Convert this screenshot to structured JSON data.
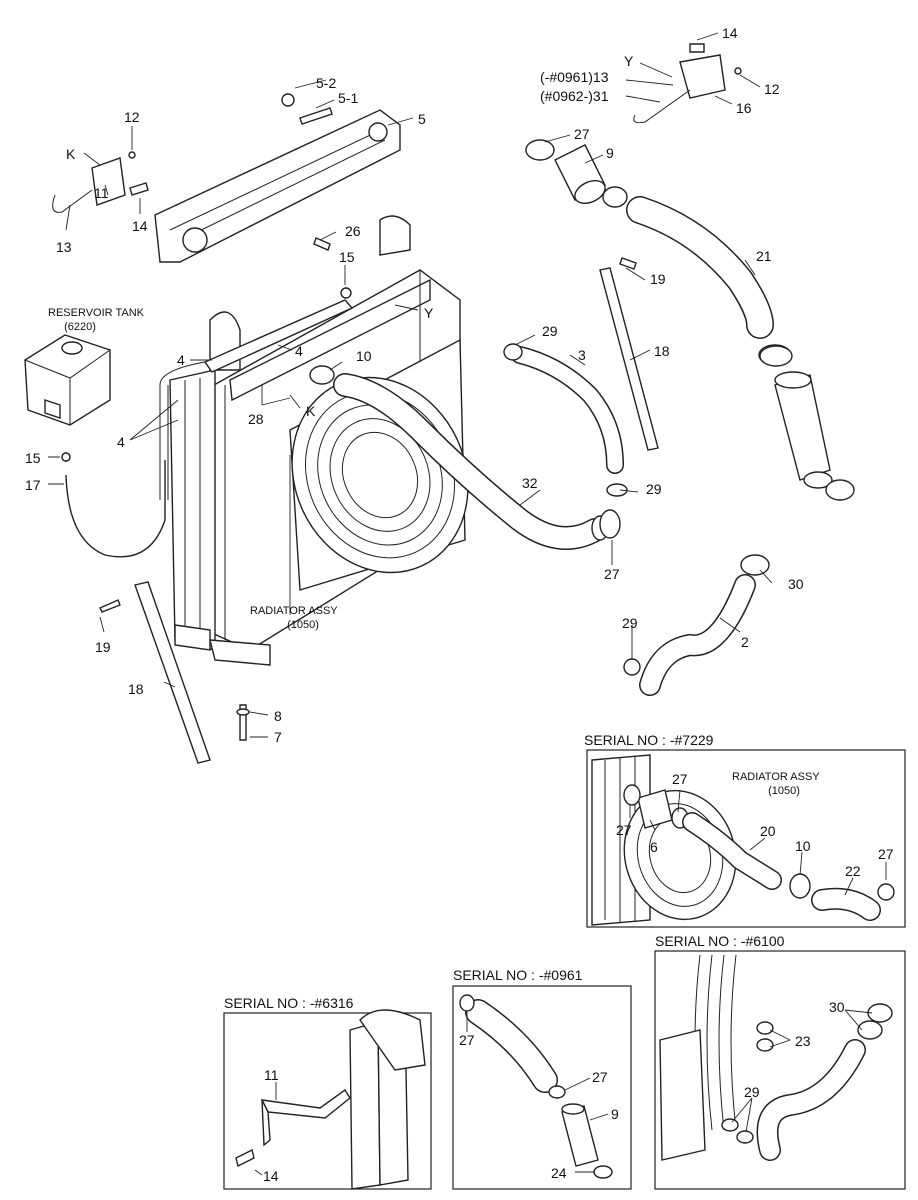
{
  "callouts": {
    "c14a": "14",
    "cY1": "Y",
    "c13a": "(-#0961)13",
    "c31": "(#0962-)31",
    "c12a": "12",
    "c16": "16",
    "c5_2": "5-2",
    "c5_1": "5-1",
    "c5": "5",
    "c12b": "12",
    "cK1": "K",
    "c11": "11",
    "c14b": "14",
    "c13b": "13",
    "c27a": "27",
    "c9a": "9",
    "c21": "21",
    "c26": "26",
    "c15a": "15",
    "cY2": "Y",
    "c19a": "19",
    "c29a": "29",
    "c3": "3",
    "c18a": "18",
    "c4a": "4",
    "c4b": "4",
    "c10a": "10",
    "c4c": "4",
    "c28": "28",
    "cK2": "K",
    "c15b": "15",
    "c17": "17",
    "c32": "32",
    "c29b": "29",
    "c27b": "27",
    "c30a": "30",
    "c19b": "19",
    "c18b": "18",
    "c29c": "29",
    "c2": "2",
    "c8": "8",
    "c7": "7"
  },
  "labels": {
    "reservoir_line1": "RESERVOIR TANK",
    "reservoir_line2": "(6220)",
    "radiator_line1": "RADIATOR ASSY",
    "radiator_line2": "(1050)"
  },
  "insets": {
    "i7229": {
      "title": "SERIAL NO : -#7229",
      "radiator_line1": "RADIATOR ASSY",
      "radiator_line2": "(1050)",
      "c27a": "27",
      "c27b": "27",
      "c6": "6",
      "c20": "20",
      "c10": "10",
      "c22": "22",
      "c27c": "27"
    },
    "i6100": {
      "title": "SERIAL NO : -#6100",
      "c30": "30",
      "c23": "23",
      "c29": "29"
    },
    "i0961": {
      "title": "SERIAL NO : -#0961",
      "c27a": "27",
      "c27b": "27",
      "c9": "9",
      "c24": "24"
    },
    "i6316": {
      "title": "SERIAL NO : -#6316",
      "c11": "11",
      "c14": "14"
    }
  }
}
